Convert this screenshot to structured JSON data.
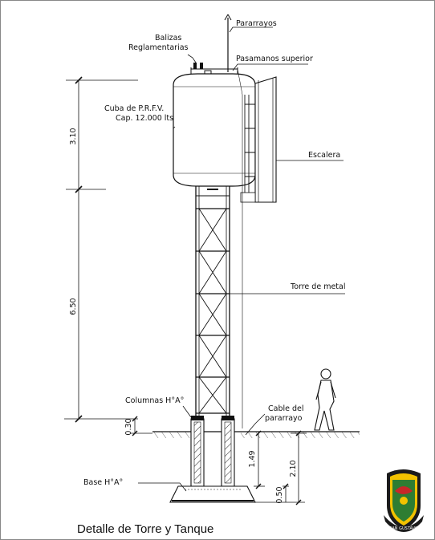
{
  "drawing": {
    "caption": "Detalle de Torre y Tanque",
    "labels": {
      "pararrayos": "Pararrayos",
      "balizas_1": "Balizas",
      "balizas_2": "Reglamentarias",
      "pasamanos": "Pasamanos superior",
      "cuba_1": "Cuba de P.R.F.V.",
      "cuba_2": "Cap. 12.000 lts",
      "escalera": "Escalera",
      "torre": "Torre de metal",
      "columnas": "Columnas H°A°",
      "cable_1": "Cable del",
      "cable_2": "pararrayo",
      "base": "Base H°A°"
    },
    "dimensions": {
      "tank_height": "3.10",
      "tower_height": "6.50",
      "above_ground": "0.30",
      "column_depth": "1.49",
      "foundation_depth": "2.10",
      "base_thickness": "0.50"
    },
    "logo": {
      "text": "SAN GUSTAVO",
      "colors": {
        "shield_green": "#2e7d32",
        "shield_yellow": "#f2c200",
        "shield_dark": "#1b1b1b",
        "accent_red": "#c62828"
      }
    }
  }
}
